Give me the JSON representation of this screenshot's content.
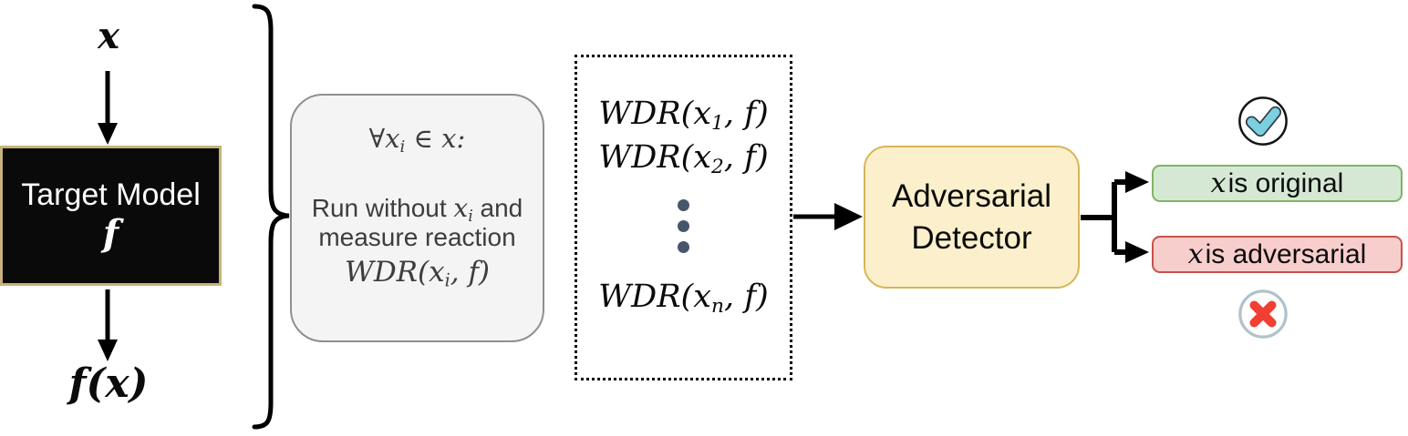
{
  "labels": {
    "input": "x",
    "output": "f(x)"
  },
  "target_model": {
    "title": "Target Model",
    "symbol": "f"
  },
  "procedure": {
    "forall": {
      "pre": "∀x",
      "sub": "i",
      "post": " ∈ x:"
    },
    "run": {
      "pre": "Run without ",
      "math": "x",
      "sub": "i",
      "post": " and"
    },
    "measure": "measure reaction",
    "wdr": {
      "pre": "WDR(x",
      "sub": "i",
      "post": ", f)"
    }
  },
  "wdr_values": {
    "items": [
      {
        "pre": "WDR(x",
        "sub": "1",
        "post": ", f)"
      },
      {
        "pre": "WDR(x",
        "sub": "2",
        "post": ", f)"
      },
      {
        "pre": "WDR(x",
        "sub": "n",
        "post": ", f)"
      }
    ]
  },
  "detector": {
    "line1": "Adversarial",
    "line2": "Detector"
  },
  "results": {
    "original": {
      "math": "x",
      "text": " is original"
    },
    "adversarial": {
      "math": "x",
      "text": " is adversarial"
    }
  },
  "icons": {
    "positive": "checkmark-icon",
    "negative": "cross-icon"
  },
  "colors": {
    "target_model_fill": "#0a0a0a",
    "target_model_border": "#c8b27b",
    "procedure_fill": "#f4f4f4",
    "procedure_border": "#8f8f8f",
    "detector_fill": "#fbf0cb",
    "detector_border": "#d6b656",
    "original_fill": "#d5e8d4",
    "original_border": "#82b366",
    "adversarial_fill": "#f8cecc",
    "adversarial_border": "#c9504b",
    "checkmark_color": "#7bcfdf",
    "cross_color": "#f23f33",
    "ellipsis_dots_color": "#46566b",
    "connector_color": "#000000"
  }
}
